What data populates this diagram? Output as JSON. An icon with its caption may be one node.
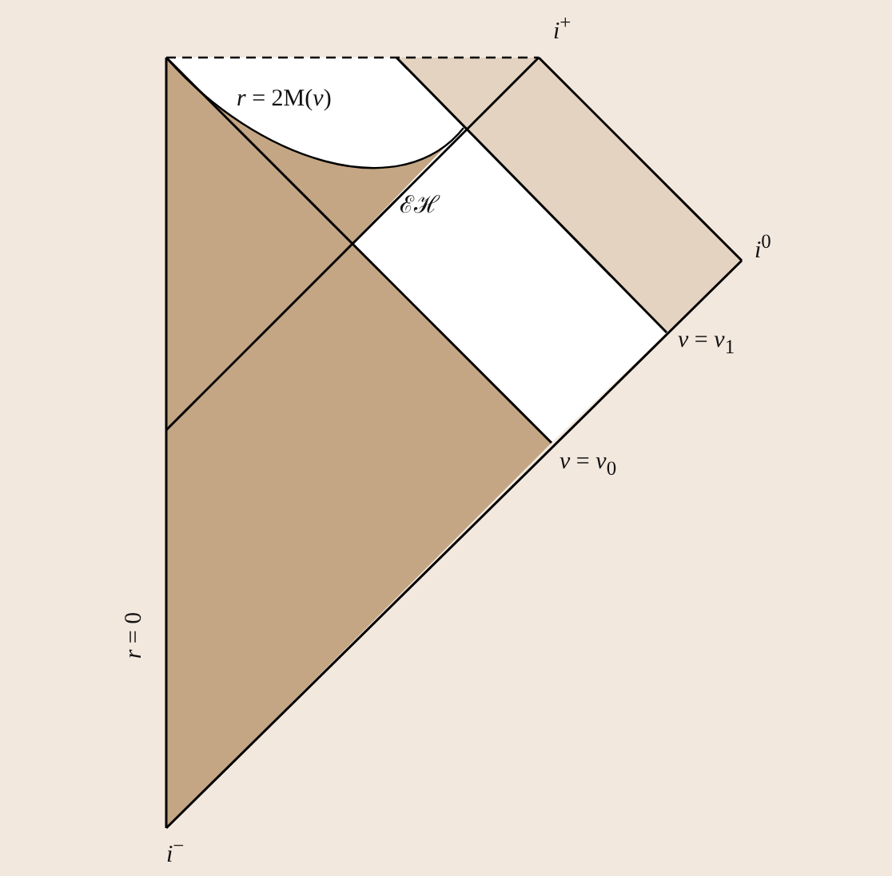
{
  "diagram": {
    "labels": [
      "*i*$^{+}$",
      "*r* = 2M(*v*)",
      "ℰℋ",
      "*i*$^{0}$",
      "*v* = *v*$_{1}$",
      "*v* = *v*$_{0}$",
      "*r* = 0",
      "*i*$^{−}$"
    ]
  }
}
